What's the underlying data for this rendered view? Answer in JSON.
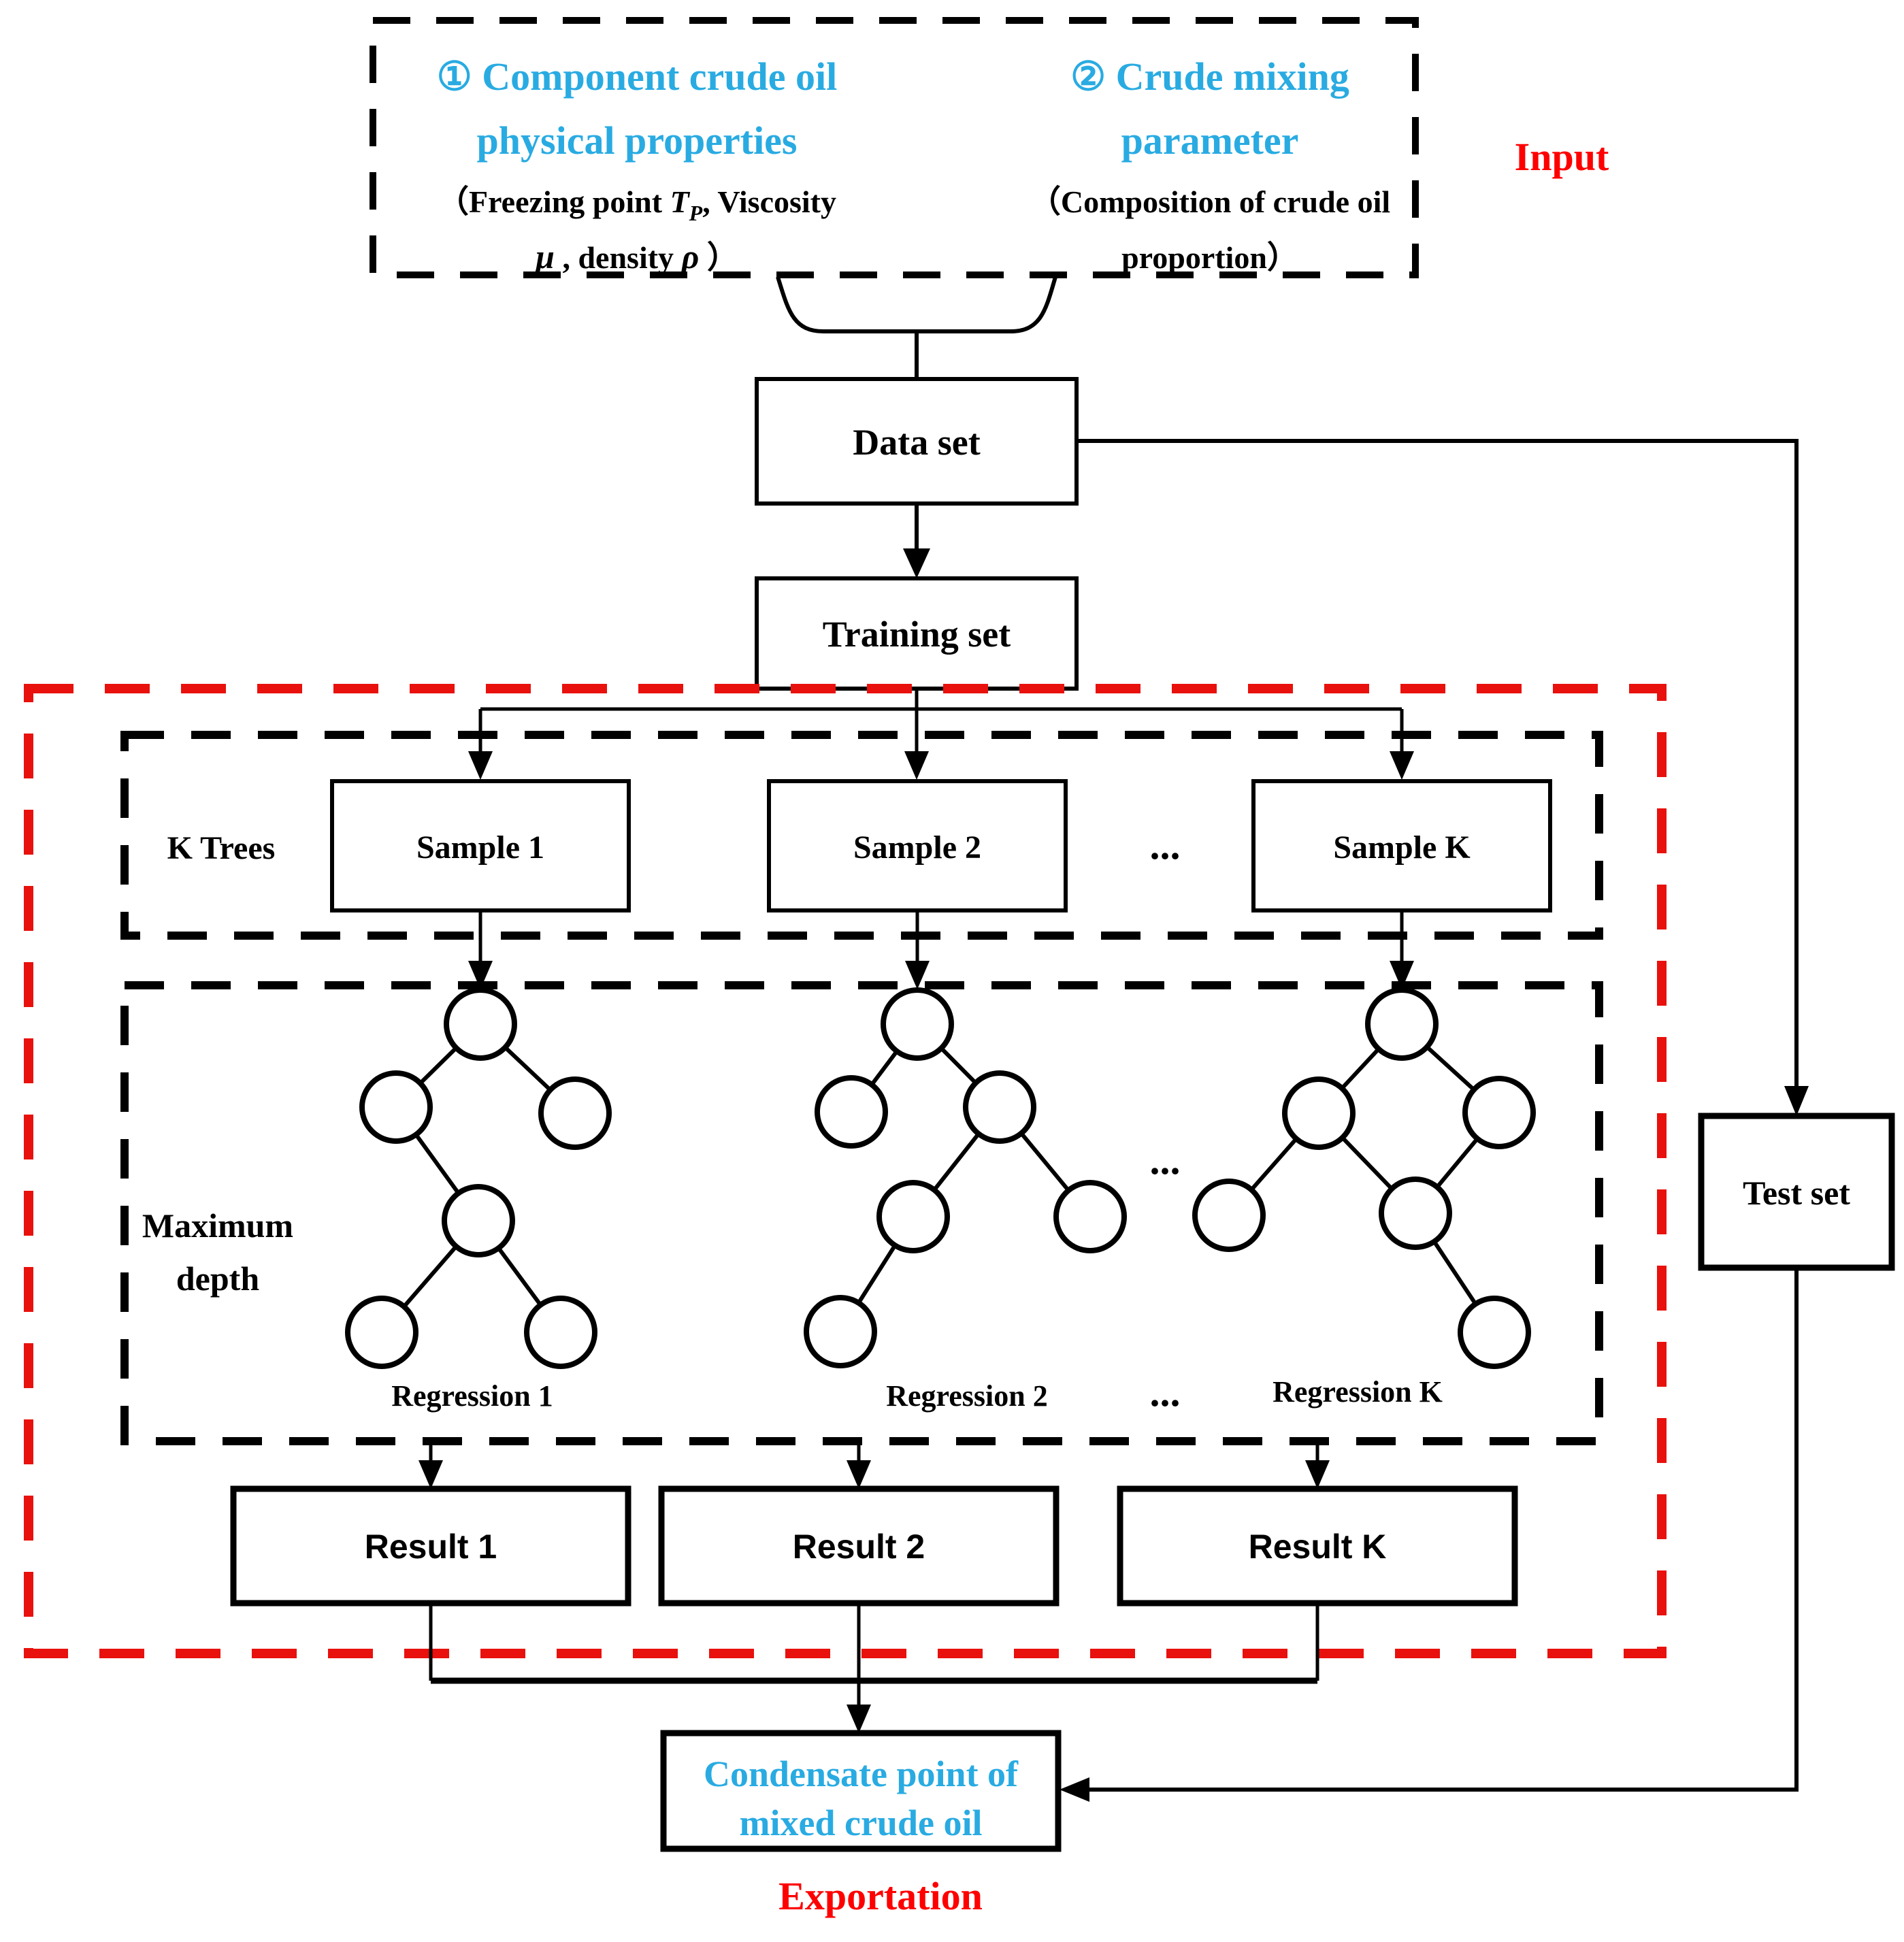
{
  "top": {
    "item1": {
      "num": "①",
      "title1": " Component crude oil",
      "title2": "physical properties",
      "d1_pre": "（Freezing point ",
      "d1_var": "T",
      "d1_sub": "P",
      "d1_post": ", Viscosity",
      "d2_mu": "μ",
      "d2_mid": " , density ",
      "d2_rho": "ρ",
      "d2_close": " ）"
    },
    "item2": {
      "num": "②",
      "title1": " Crude mixing",
      "title2": "parameter",
      "d1": "（Composition of crude oil",
      "d2": "proportion）"
    },
    "input_label": "Input"
  },
  "flow": {
    "data_set": "Data set",
    "training_set": "Training set",
    "test_set": "Test set",
    "k_trees": "K Trees",
    "samples": [
      "Sample 1",
      "Sample 2",
      "Sample K"
    ],
    "dots": "...",
    "max_depth1": "Maximum",
    "max_depth2": "depth",
    "regressions": [
      "Regression 1",
      "Regression 2",
      "Regression K"
    ],
    "results": [
      "Result 1",
      "Result 2",
      "Result K"
    ],
    "output1": "Condensate point of",
    "output2": "mixed crude oil",
    "exportation": "Exportation"
  },
  "colors": {
    "accent_cyan": "#29abe2",
    "label_red": "#ff0000",
    "dash_red": "#e8110d",
    "line_black": "#000000"
  }
}
